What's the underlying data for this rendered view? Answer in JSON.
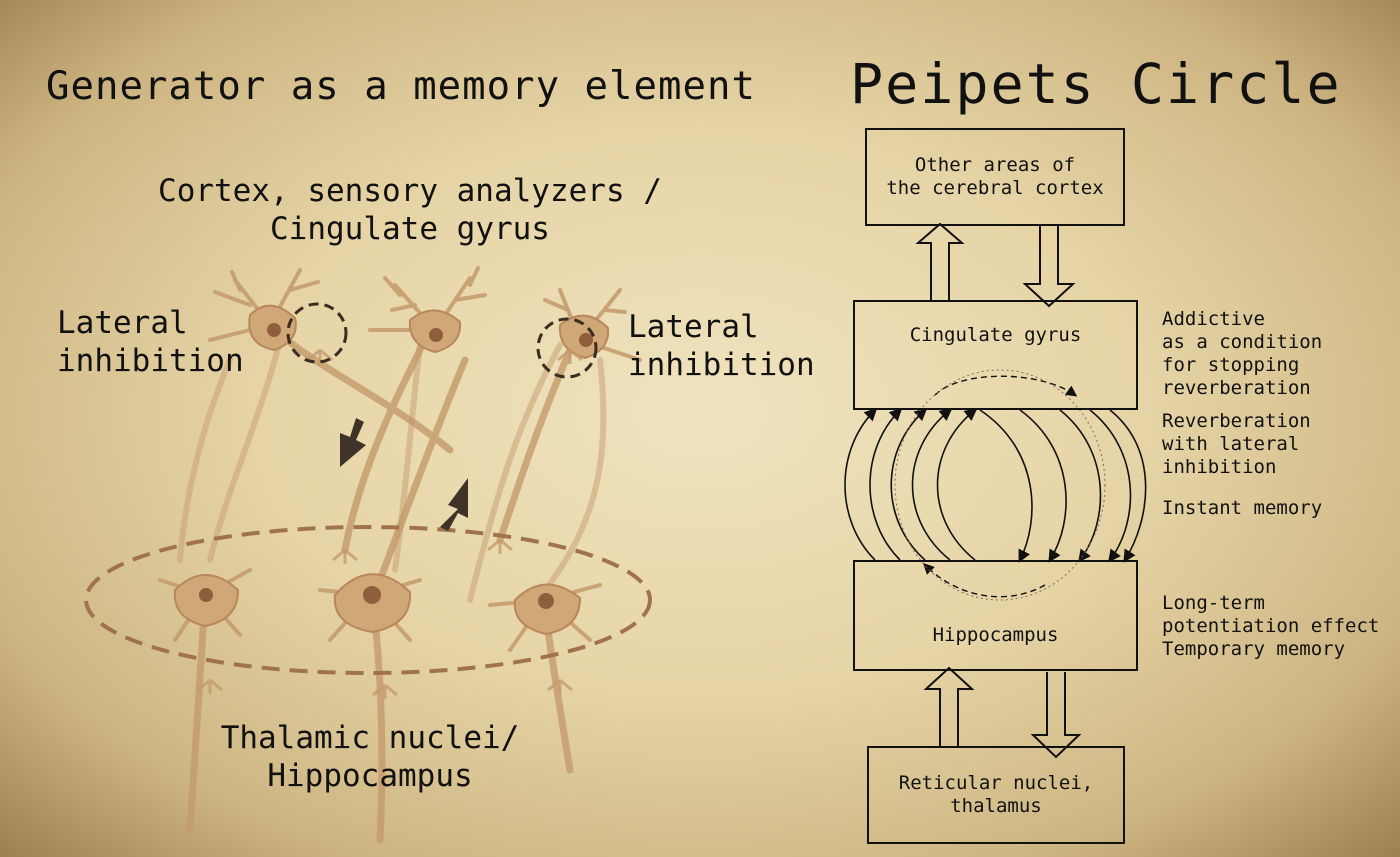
{
  "left": {
    "title": "Generator as a memory element",
    "top_label": "Cortex, sensory analyzers /\nCingulate gyrus",
    "lateral_left": "Lateral\ninhibition",
    "lateral_right": "Lateral\ninhibition",
    "bottom_label": "Thalamic nuclei/\nHippocampus"
  },
  "right": {
    "title": "Peipets Circle",
    "boxes": {
      "other_areas": "Other areas of\nthe cerebral cortex",
      "cingulate": "Cingulate gyrus",
      "hippocampus": "Hippocampus",
      "reticular": "Reticular nuclei,\nthalamus"
    },
    "notes": {
      "addictive": "Addictive\nas a condition\nfor stopping\nreverberation",
      "reverberation": "Reverberation\nwith lateral\ninhibition",
      "instant": "Instant memory",
      "long_term": "Long-term\npotentiation effect\nTemporary memory"
    }
  },
  "colors": {
    "ink": "#111111",
    "neuron_fill": "#d0a777",
    "neuron_stroke": "#b8875a",
    "nucleus": "#8f5f3b",
    "dash": "#a0734e",
    "arrow_dark": "#3f3328"
  }
}
